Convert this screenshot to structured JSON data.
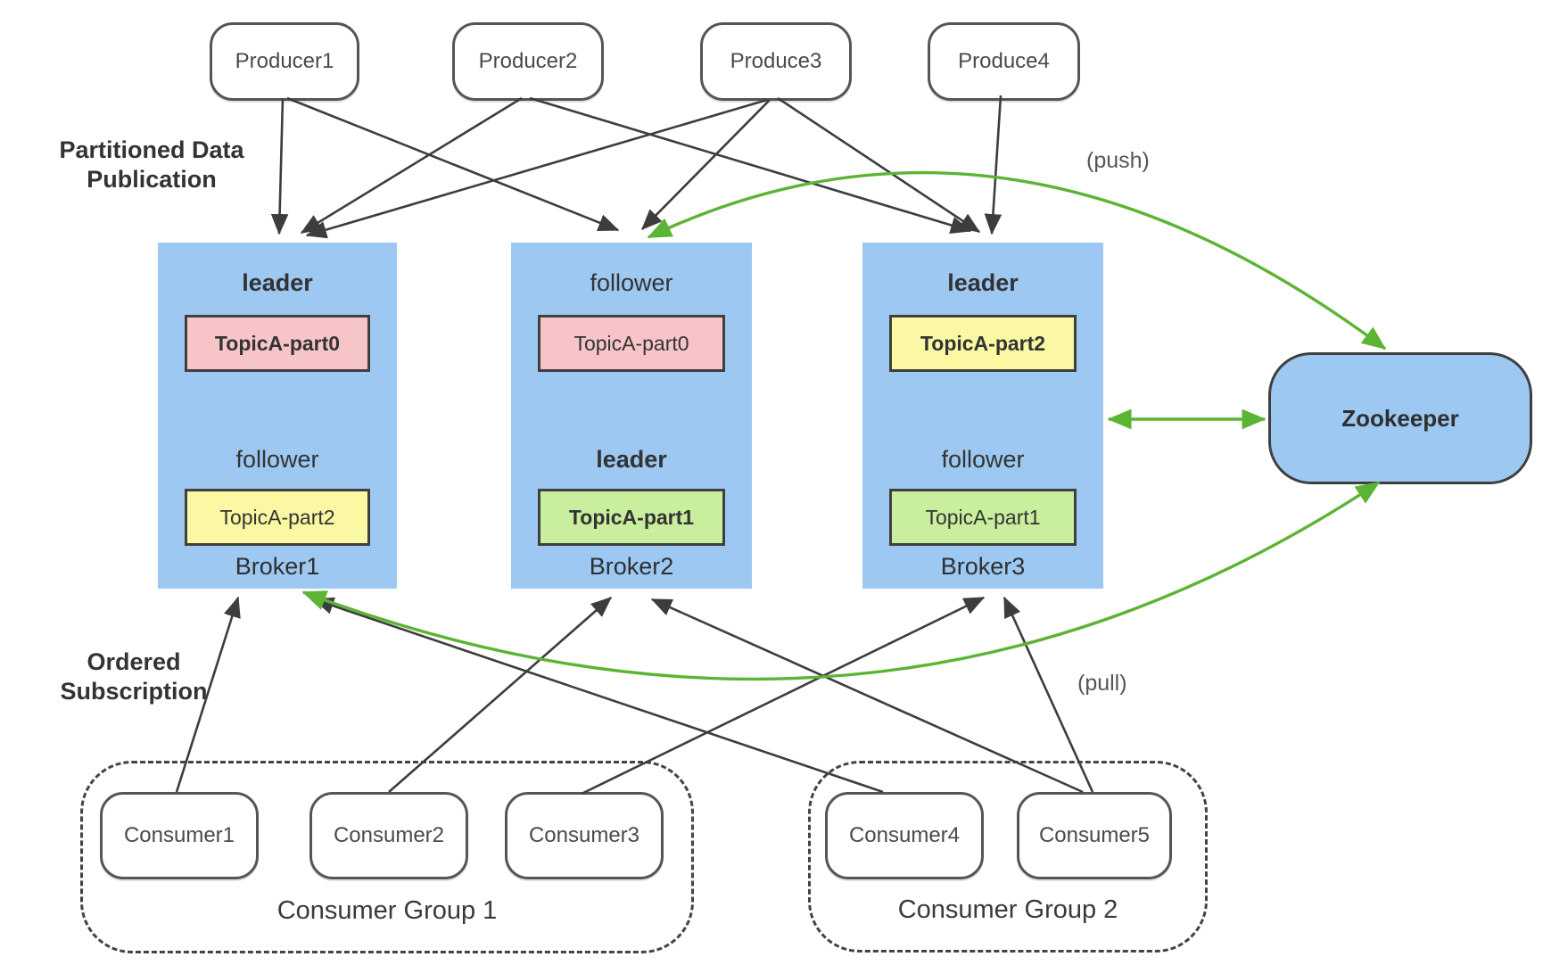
{
  "palette": {
    "broker_fill": "#9cc8f2",
    "zookeeper_fill": "#9cc8f2",
    "partition_pink": "#f7c5c8",
    "partition_yellow": "#faf8a2",
    "partition_green": "#c9ef9e",
    "arrow_black": "#3d3d3d",
    "arrow_green": "#5cb435",
    "node_border": "#555555"
  },
  "annotations": {
    "publication_line1": "Partitioned Data",
    "publication_line2": "Publication",
    "subscription_line1": "Ordered",
    "subscription_line2": "Subscription",
    "push_label": "(push)",
    "pull_label": "(pull)"
  },
  "producers": [
    {
      "label": "Producer1"
    },
    {
      "label": "Producer2"
    },
    {
      "label": "Produce3"
    },
    {
      "label": "Produce4"
    }
  ],
  "brokers": [
    {
      "name": "Broker1",
      "sections": [
        {
          "role": "leader",
          "partition": "TopicA-part0",
          "color": "pink",
          "is_leader": true
        },
        {
          "role": "follower",
          "partition": "TopicA-part2",
          "color": "yellow",
          "is_leader": false
        }
      ]
    },
    {
      "name": "Broker2",
      "sections": [
        {
          "role": "follower",
          "partition": "TopicA-part0",
          "color": "pink",
          "is_leader": false
        },
        {
          "role": "leader",
          "partition": "TopicA-part1",
          "color": "green",
          "is_leader": true
        }
      ]
    },
    {
      "name": "Broker3",
      "sections": [
        {
          "role": "leader",
          "partition": "TopicA-part2",
          "color": "yellow",
          "is_leader": true
        },
        {
          "role": "follower",
          "partition": "TopicA-part1",
          "color": "green",
          "is_leader": false
        }
      ]
    }
  ],
  "zookeeper": {
    "label": "Zookeeper"
  },
  "consumer_groups": [
    {
      "label": "Consumer Group 1",
      "consumers": [
        {
          "label": "Consumer1"
        },
        {
          "label": "Consumer2"
        },
        {
          "label": "Consumer3"
        }
      ]
    },
    {
      "label": "Consumer Group 2",
      "consumers": [
        {
          "label": "Consumer4"
        },
        {
          "label": "Consumer5"
        }
      ]
    }
  ],
  "edges": {
    "producer_to_broker": [
      {
        "from": "Producer1",
        "to": "Broker1"
      },
      {
        "from": "Producer1",
        "to": "Broker2"
      },
      {
        "from": "Producer2",
        "to": "Broker1"
      },
      {
        "from": "Producer2",
        "to": "Broker3"
      },
      {
        "from": "Produce3",
        "to": "Broker1"
      },
      {
        "from": "Produce3",
        "to": "Broker2"
      },
      {
        "from": "Produce3",
        "to": "Broker3"
      },
      {
        "from": "Produce4",
        "to": "Broker3"
      }
    ],
    "consumer_to_broker": [
      {
        "from": "Consumer1",
        "to": "Broker1"
      },
      {
        "from": "Consumer2",
        "to": "Broker2"
      },
      {
        "from": "Consumer3",
        "to": "Broker3"
      },
      {
        "from": "Consumer4",
        "to": "Broker1"
      },
      {
        "from": "Consumer5",
        "to": "Broker2"
      },
      {
        "from": "Consumer5",
        "to": "Broker3"
      }
    ],
    "zookeeper_links": [
      {
        "between": [
          "Broker2",
          "Zookeeper"
        ],
        "style": "curve",
        "bidirectional": true,
        "label": "(push)"
      },
      {
        "between": [
          "Broker3",
          "Zookeeper"
        ],
        "style": "straight",
        "bidirectional": true,
        "label": ""
      },
      {
        "between": [
          "Broker1",
          "Zookeeper"
        ],
        "style": "curve",
        "bidirectional": true,
        "label": "(pull)"
      }
    ]
  }
}
